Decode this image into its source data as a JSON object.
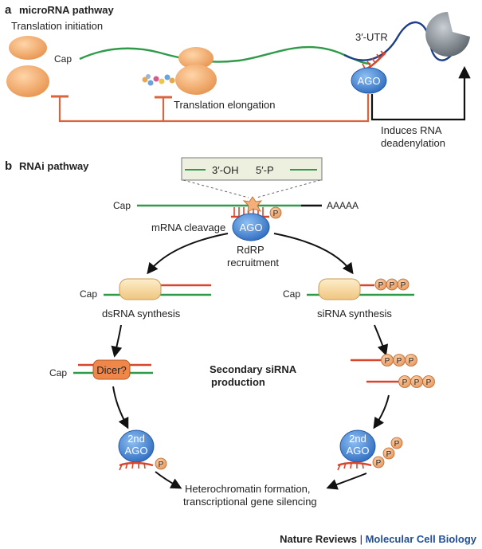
{
  "panel_a": {
    "letter": "a",
    "title": "microRNA pathway",
    "translation_initiation": "Translation initiation",
    "cap": "Cap",
    "utr": "3′-UTR",
    "ago": "AGO",
    "translation_elongation": "Translation elongation",
    "induces_line1": "Induces RNA",
    "induces_line2": "deadenylation"
  },
  "panel_b": {
    "letter": "b",
    "title": "RNAi pathway",
    "oh": "3′-OH",
    "p5": "5′-P",
    "cap_top": "Cap",
    "polya": "AAAAA",
    "p": "P",
    "mrna_cleavage": "mRNA cleavage",
    "ago": "AGO",
    "rdrp_line1": "RdRP",
    "rdrp_line2": "recruitment",
    "cap_left": "Cap",
    "cap_right": "Cap",
    "dsrna": "dsRNA synthesis",
    "sirna": "siRNA synthesis",
    "cap_dicer": "Cap",
    "dicer": "Dicer?",
    "secondary_line1": "Secondary siRNA",
    "secondary_line2": "production",
    "ago2_line1": "2nd",
    "ago2_line2": "AGO",
    "hetero_line1": "Heterochromatin formation,",
    "hetero_line2": "transcriptional gene silencing"
  },
  "footer": {
    "journal": "Nature Reviews",
    "separator": " | ",
    "section": "Molecular Cell Biology"
  },
  "colors": {
    "ribosome": "#f2a968",
    "ago": "#3f7fd0",
    "green_rna": "#2e9a4a",
    "red_rna": "#d9452b",
    "navy_mirna": "#1f3f86",
    "inhibit_line": "#d9643e",
    "phosphate": "#f3b07a",
    "dicer": "#f0874a",
    "polymerase": "#f7d9a0",
    "box_fill": "#eef0df",
    "footer_blue": "#1f4f96"
  }
}
